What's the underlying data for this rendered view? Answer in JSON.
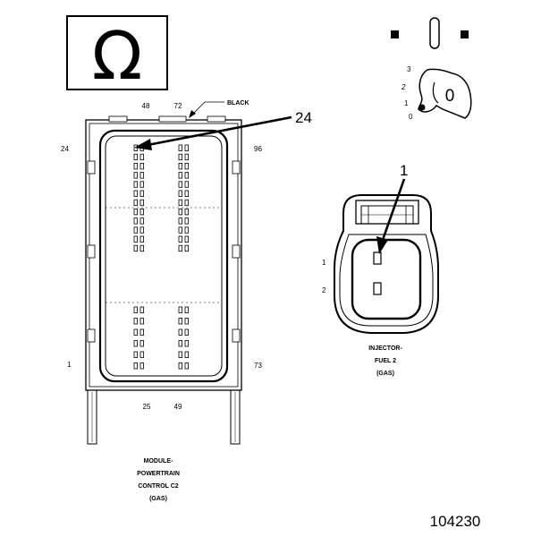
{
  "ohmmeter": {
    "symbol": "Ω",
    "dial_positions": [
      "3",
      "2",
      "1",
      "0"
    ],
    "dial_readout": "0"
  },
  "pcm_connector": {
    "pin_numbers": {
      "top_left": "48",
      "top_right": "72",
      "left_top": "24",
      "right_top": "96",
      "left_bottom": "1",
      "right_bottom": "73",
      "bottom_left": "25",
      "bottom_right": "49"
    },
    "color_label": "BLACK",
    "callout": "24",
    "caption": [
      "MODULE-",
      "POWERTRAIN",
      "CONTROL C2",
      "(GAS)"
    ]
  },
  "injector_connector": {
    "callout": "1",
    "pin_labels": [
      "1",
      "2"
    ],
    "caption": [
      "INJECTOR-",
      "FUEL 2",
      "(GAS)"
    ]
  },
  "figure_number": "104230"
}
